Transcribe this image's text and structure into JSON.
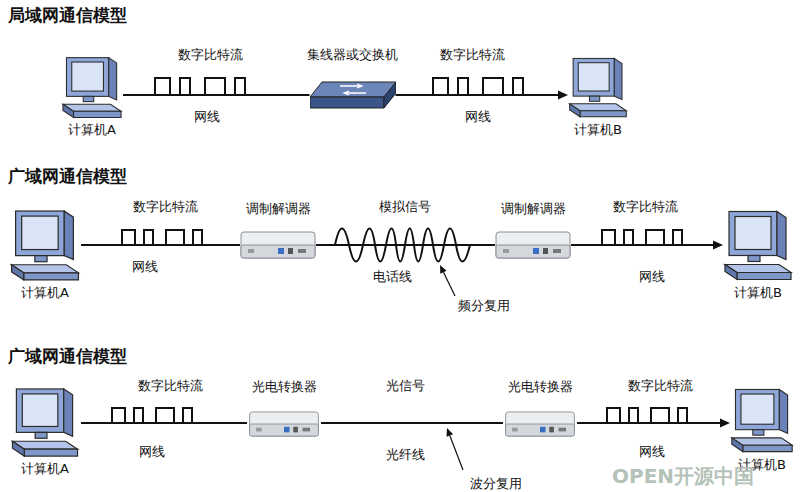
{
  "diagram": {
    "nodes": [
      {
        "text": [
          "计算机A"
        ]
      },
      {
        "text": [
          "集线器或交换机"
        ]
      },
      {
        "text": [
          "计算机B"
        ]
      },
      {
        "text": [
          "计算机A"
        ]
      },
      {
        "text": [
          "调制解调器"
        ]
      },
      {
        "text": [
          "调制解调器"
        ]
      },
      {
        "text": [
          "计算机B"
        ]
      },
      {
        "text": [
          "计算机A"
        ]
      },
      {
        "text": [
          "光电转换器"
        ]
      },
      {
        "text": [
          "光电转换器"
        ]
      },
      {
        "text": [
          "计算机B"
        ]
      }
    ],
    "edges": [
      {
        "from": 0,
        "to": 1,
        "label": "网线",
        "arrow": "none"
      },
      {
        "from": 1,
        "to": 2,
        "label": "网线",
        "arrow": "to"
      },
      {
        "from": 3,
        "to": 4,
        "label": "网线",
        "arrow": "none"
      },
      {
        "from": 4,
        "to": 5,
        "label": "电话线",
        "arrow": "none"
      },
      {
        "from": 5,
        "to": 6,
        "label": "网线",
        "arrow": "to"
      },
      {
        "from": 7,
        "to": 8,
        "label": "网线",
        "arrow": "none"
      },
      {
        "from": 8,
        "to": 9,
        "label": "光纤线",
        "arrow": "none"
      },
      {
        "from": 9,
        "to": 10,
        "label": "网线",
        "arrow": "to"
      }
    ],
    "labels": [
      "局域网通信模型",
      "数字比特流",
      "数字比特流",
      "广域网通信模型",
      "数字比特流",
      "模拟信号",
      "数字比特流",
      "频分复用",
      "广域网通信模型",
      "数字比特流",
      "光信号",
      "数字比特流",
      "波分复用",
      "OPEN开源中国"
    ]
  }
}
